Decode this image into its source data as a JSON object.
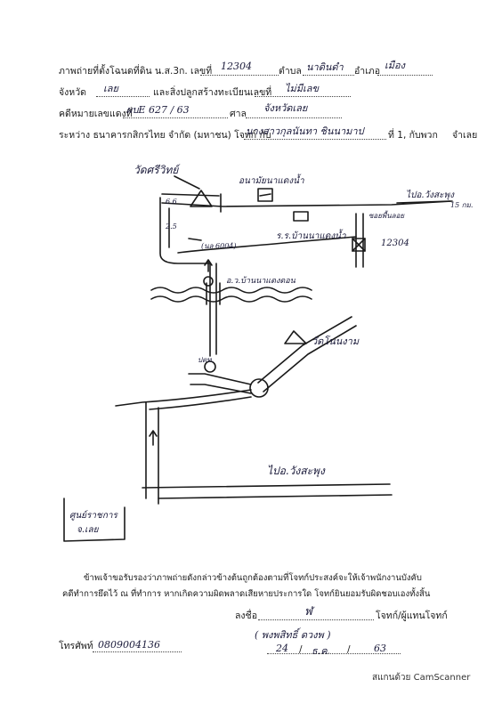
{
  "header": {
    "line1_label": "ภาพถ่ายที่ตั้งโฉนดที่ดิน น.ส.3ก. เลขที่",
    "deed_number": "12304",
    "tambon_label": "ตำบล",
    "tambon_value": "นาดินดำ",
    "amphoe_label": "อำเภอ",
    "amphoe_value": "เมือง",
    "province_label": "จังหวัด",
    "province_value": "เลย",
    "building_label": "และสิ่งปลูกสร้างทะเบียนเลขที่",
    "building_value": "ไม่มีเลข",
    "case_label": "คดีหมายเลขแดงที่",
    "case_value": "ผบE 627 / 63",
    "court_label": "ศาล",
    "court_value": "จังหวัดเลย",
    "parties_prefix": "ระหว่าง ธนาคารกสิกรไทย จำกัด (มหาชน) โจทก์ กับ",
    "defendant_value": "นางสาวกุลนันทา ชินนามาป",
    "parties_suffix": "ที่ 1, กับพวก",
    "defendant_role": "จำเลย"
  },
  "map_labels": {
    "temple_top": "วัดศรีวิทย์",
    "health_station": "อนามัยนาแดงน้ำ",
    "school": "ร.ร.บ้านนาแดงน้ำ",
    "dist_6": "6.6",
    "to_khon": "ไปอ.วังสะพุง",
    "km": "15 กม.",
    "lot_short": "ซอยพื้นลอย",
    "plot_no": "12304",
    "road_tag": "(นล 6004)",
    "tag_25": "2.5",
    "village_label": "อ.ว.บ้านนาแดงดอน",
    "temple_right": "วัดโนนงาม",
    "ptt": "ปตท.",
    "to_wang": "ไปอ.วังสะพุง",
    "center": "ศูนย์ราชการ",
    "center2": "จ.เลย"
  },
  "certification": {
    "line1": "ข้าพเจ้าขอรับรองว่าภาพถ่ายดังกล่าวข้างต้นถูกต้องตามที่โจทก์ประสงค์จะให้เจ้าพนักงานบังคับ",
    "line2": "คดีทำการยึดไว้ ณ ที่ทำการ หากเกิดความผิดพลาดเสียหายประการใด โจทก์ยินยอมรับผิดชอบเองทั้งสิ้น"
  },
  "signature": {
    "sign_label": "ลงชื่อ",
    "role": "โจทก์/ผู้แทนโจทก์",
    "name": "( พงพสิทธิ์ ดวงพ )",
    "date_day": "24",
    "date_month": "ธ.ค.",
    "date_year": "63"
  },
  "phone": {
    "label": "โทรศัพท์",
    "value": "0809004136"
  },
  "scanner": "สแกนด้วย CamScanner"
}
